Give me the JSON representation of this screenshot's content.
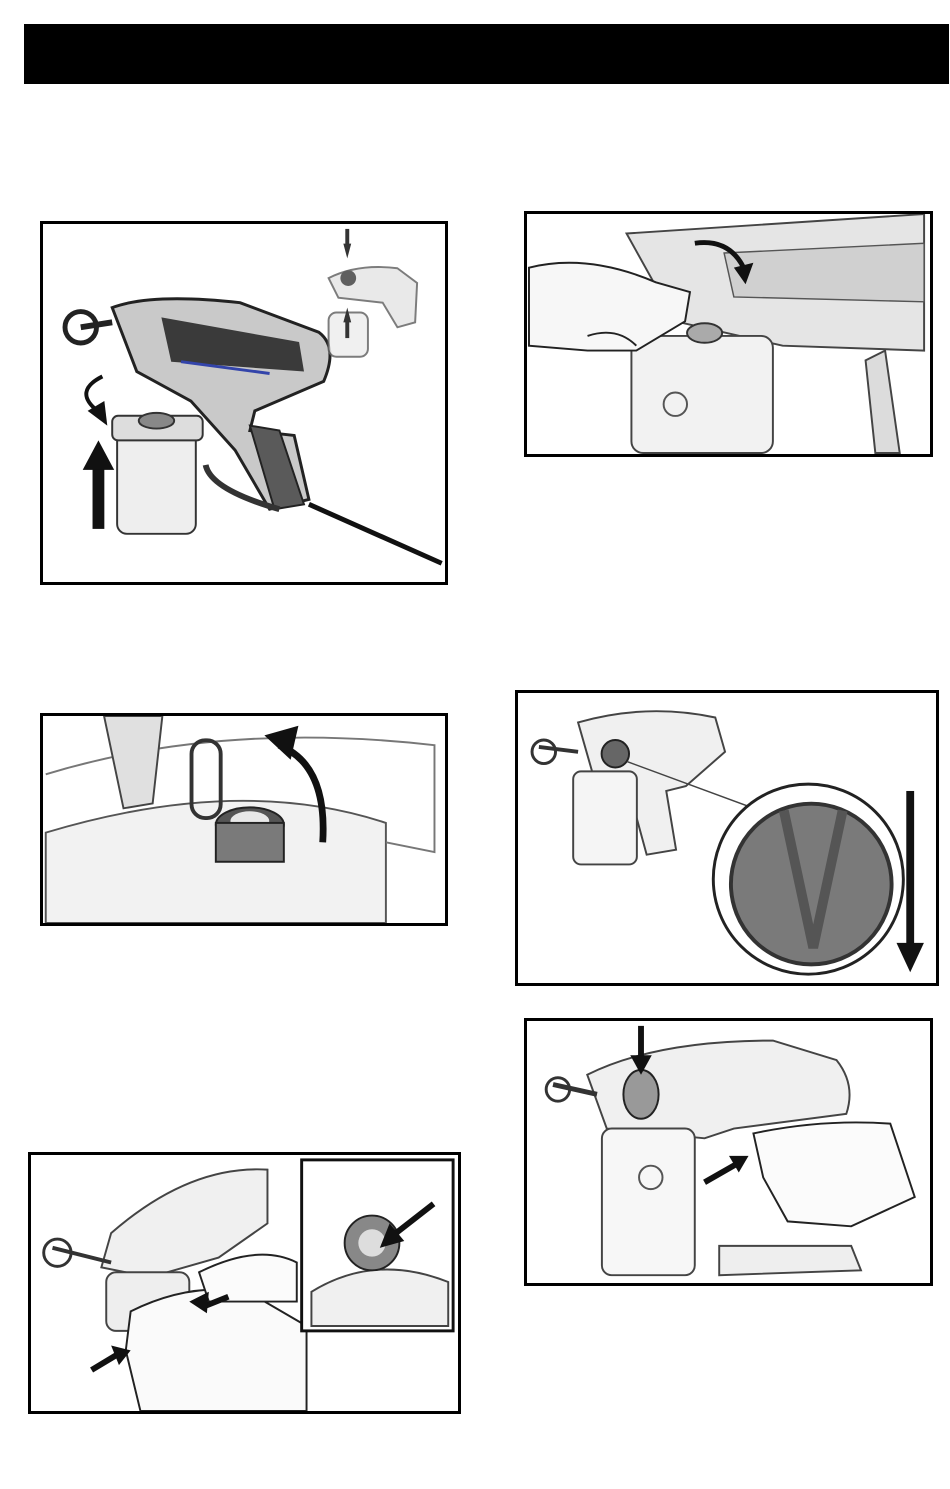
{
  "page": {
    "header_title": ""
  },
  "figures": [
    {
      "id": "install-cup",
      "description_shown": false
    },
    {
      "id": "cup-lid-pour-spout",
      "description_shown": false
    },
    {
      "id": "prime-valve-fill-port",
      "description_shown": false
    },
    {
      "id": "hand-removing-cap",
      "description_shown": false
    },
    {
      "id": "prime-knob-detail",
      "description_shown": false
    },
    {
      "id": "trigger-spray",
      "description_shown": false
    }
  ],
  "icons": [
    "curved-arrow-icon",
    "straight-arrow-icon",
    "graco-logo-icon"
  ]
}
